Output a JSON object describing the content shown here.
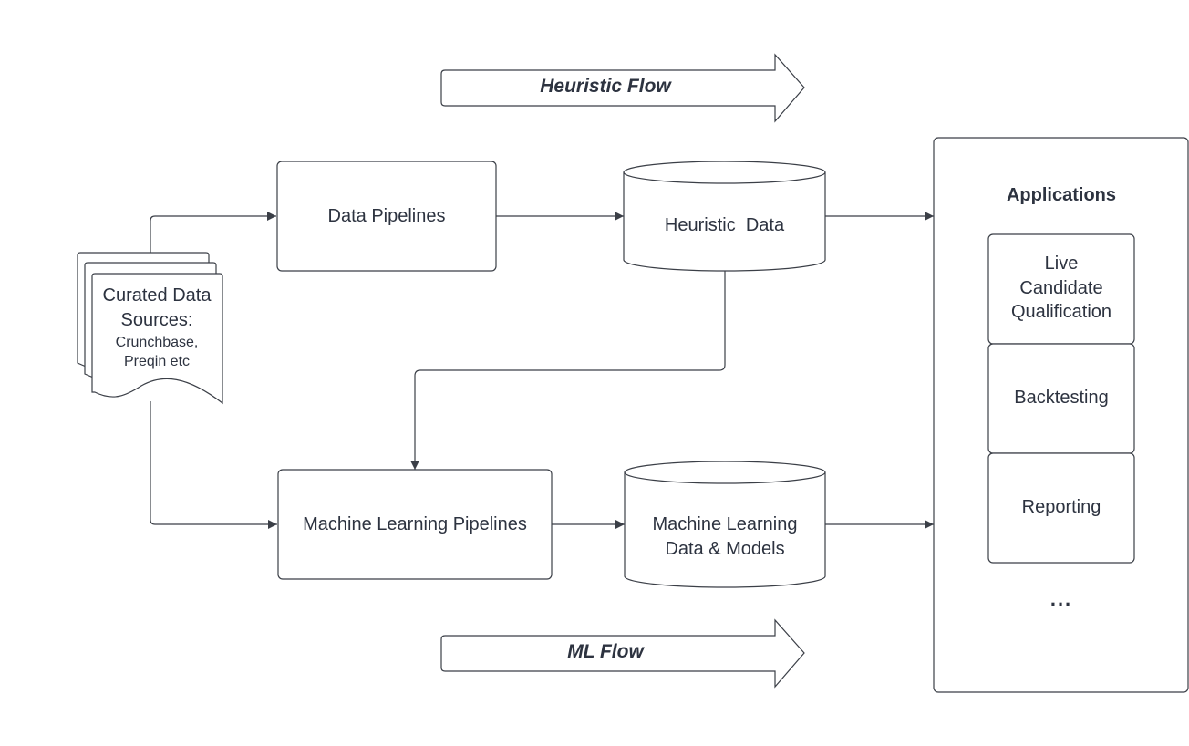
{
  "banners": {
    "heuristic": "Heuristic Flow",
    "ml": "ML Flow"
  },
  "sources": {
    "title_1": "Curated Data",
    "title_2": "Sources:",
    "sub_1": "Crunchbase,",
    "sub_2": "Preqin etc"
  },
  "nodes": {
    "data_pipelines": "Data Pipelines",
    "heuristic_data": "Heuristic  Data",
    "ml_pipelines": "Machine Learning Pipelines",
    "ml_data_1": "Machine Learning",
    "ml_data_2": "Data & Models"
  },
  "applications": {
    "title": "Applications",
    "live_1": "Live",
    "live_2": "Candidate",
    "live_3": "Qualification",
    "backtesting": "Backtesting",
    "reporting": "Reporting",
    "more": "..."
  },
  "colors": {
    "stroke": "#3b3f47",
    "text": "#2d3340",
    "background": "#ffffff"
  }
}
